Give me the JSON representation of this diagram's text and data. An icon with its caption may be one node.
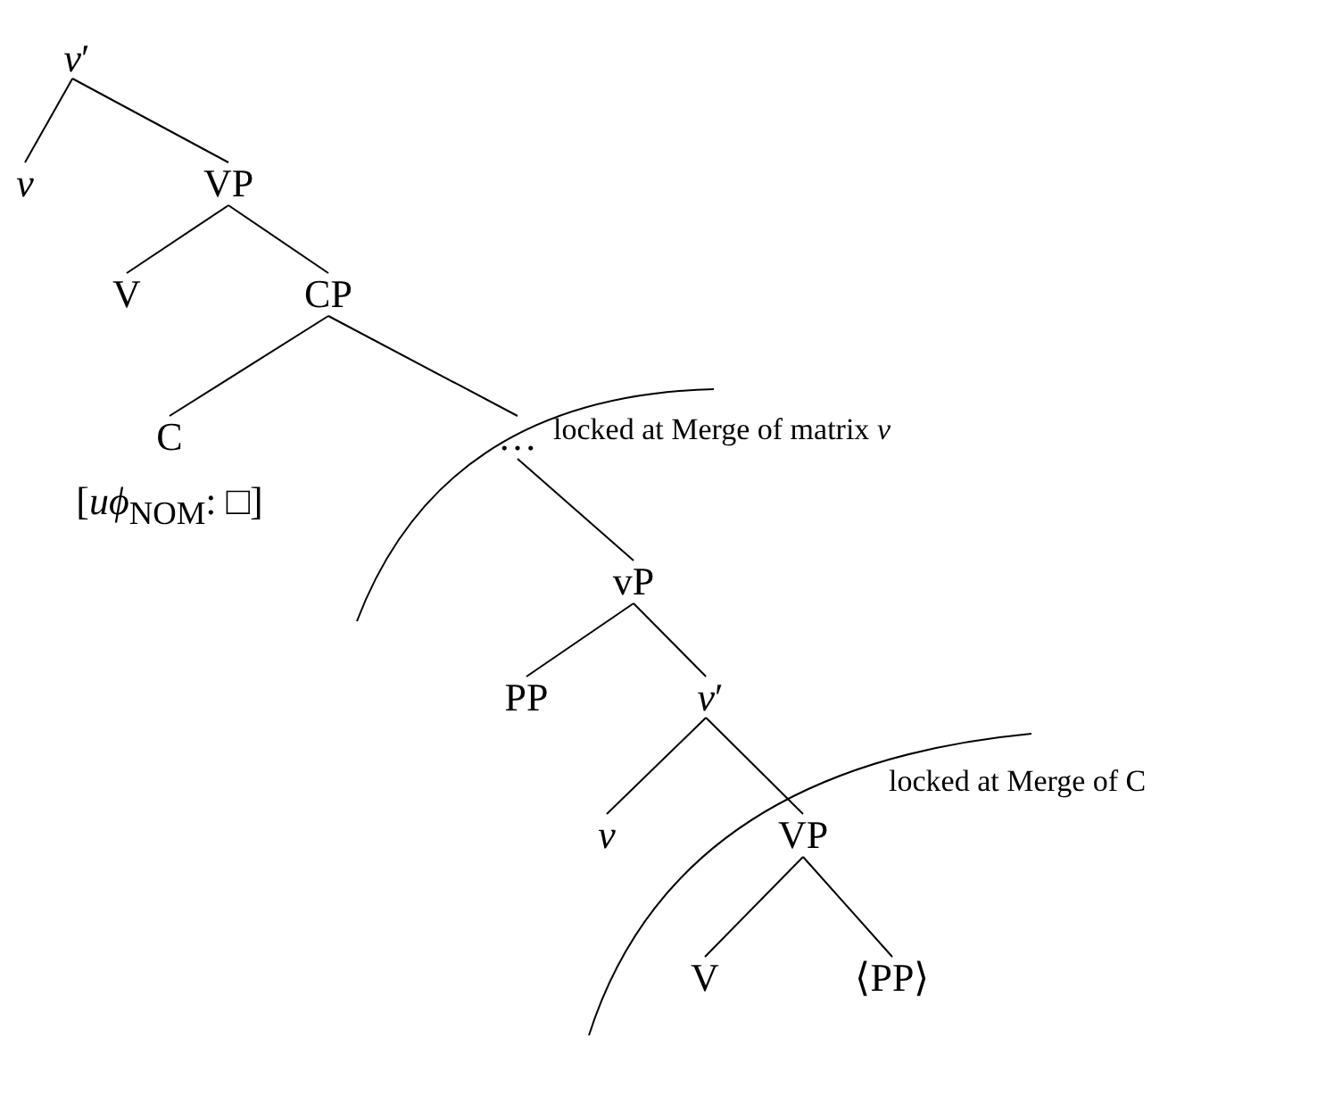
{
  "diagram": {
    "nodes": [
      {
        "text": [
          "*v*′"
        ]
      },
      {
        "text": [
          "*v*"
        ]
      },
      {
        "text": [
          "VP"
        ]
      },
      {
        "text": [
          "V"
        ]
      },
      {
        "text": [
          "CP"
        ]
      },
      {
        "text": [
          "C",
          "[*uϕ*$_{NOM}$: □]"
        ]
      },
      {
        "text": [
          "…"
        ]
      },
      {
        "text": [
          "vP"
        ]
      },
      {
        "text": [
          "PP"
        ]
      },
      {
        "text": [
          "*v*′"
        ]
      },
      {
        "text": [
          "*v*"
        ]
      },
      {
        "text": [
          "VP"
        ]
      },
      {
        "text": [
          "V"
        ]
      },
      {
        "text": [
          "⟨PP⟩"
        ]
      }
    ],
    "edges": [
      {
        "from": 0,
        "to": 1,
        "arrow": "none"
      },
      {
        "from": 0,
        "to": 2,
        "arrow": "none"
      },
      {
        "from": 2,
        "to": 3,
        "arrow": "none"
      },
      {
        "from": 2,
        "to": 4,
        "arrow": "none"
      },
      {
        "from": 4,
        "to": 5,
        "arrow": "none"
      },
      {
        "from": 4,
        "to": 6,
        "arrow": "none"
      },
      {
        "from": 6,
        "to": 7,
        "arrow": "none"
      },
      {
        "from": 7,
        "to": 8,
        "arrow": "none"
      },
      {
        "from": 7,
        "to": 9,
        "arrow": "none"
      },
      {
        "from": 9,
        "to": 10,
        "arrow": "none"
      },
      {
        "from": 9,
        "to": 11,
        "arrow": "none"
      },
      {
        "from": 11,
        "to": 12,
        "arrow": "none"
      },
      {
        "from": 11,
        "to": 13,
        "arrow": "none"
      }
    ],
    "labels": [
      "locked at Merge of matrix *v*",
      "locked at Merge of C"
    ]
  }
}
